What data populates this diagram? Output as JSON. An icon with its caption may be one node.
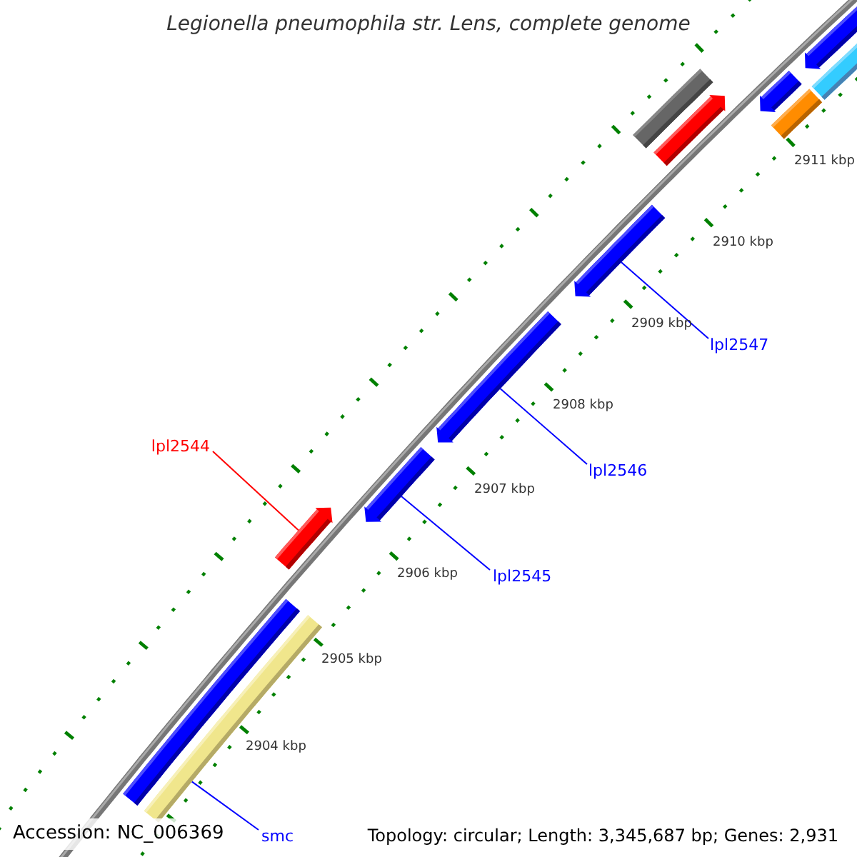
{
  "diagram": {
    "title": "Legionella pneumophila str. Lens, complete genome",
    "nodes": [
      {
        "text": [],
        "shape": "bar"
      },
      {
        "text": [],
        "shape": "bar"
      },
      {
        "text": [],
        "shape": "bar"
      },
      {
        "text": [],
        "shape": "bar"
      },
      {
        "text": [],
        "shape": "bar"
      },
      {
        "text": [],
        "shape": "bar"
      },
      {
        "text": [],
        "shape": "bar"
      },
      {
        "text": [
          "lpl2547"
        ]
      },
      {
        "text": [],
        "shape": "bar"
      },
      {
        "text": [
          "lpl2546"
        ]
      },
      {
        "text": [
          "lpl2544"
        ]
      },
      {
        "text": [],
        "shape": "bar"
      },
      {
        "text": [],
        "shape": "bar"
      },
      {
        "text": [
          "lpl2545"
        ]
      },
      {
        "text": [],
        "shape": "bar"
      },
      {
        "text": [],
        "shape": "bar"
      },
      {
        "text": [
          "smc"
        ]
      }
    ],
    "edges": [
      {
        "from": 7,
        "to": 6,
        "arrow": "none"
      },
      {
        "from": 9,
        "to": 8,
        "arrow": "none"
      },
      {
        "from": 10,
        "to": 11,
        "arrow": "none",
        "color": "#ff0000"
      },
      {
        "from": 13,
        "to": 12,
        "arrow": "none"
      },
      {
        "from": 16,
        "to": 15,
        "arrow": "none"
      }
    ],
    "labels": [
      "2911 kbp",
      "2910 kbp",
      "2909 kbp",
      "2908 kbp",
      "2907 kbp",
      "2906 kbp",
      "2905 kbp",
      "2904 kbp",
      "Accession: NC_006369",
      "Topology: circular; Length: 3,345,687 bp; Genes: 2,931"
    ]
  }
}
